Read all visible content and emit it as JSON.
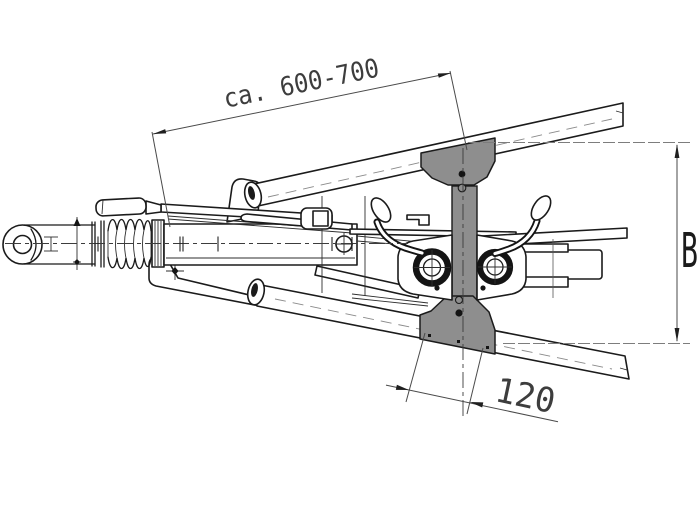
{
  "drawing": {
    "annotations": {
      "length_range": "ca. 600-700",
      "height_label": "B",
      "clamp_width": "120"
    },
    "colors": {
      "background": "#ffffff",
      "line": "#1b1b1b",
      "dim_line": "#4a4a4a",
      "dim_text": "#3d3d3d",
      "clamp_fill": "#8e8e8e"
    }
  }
}
